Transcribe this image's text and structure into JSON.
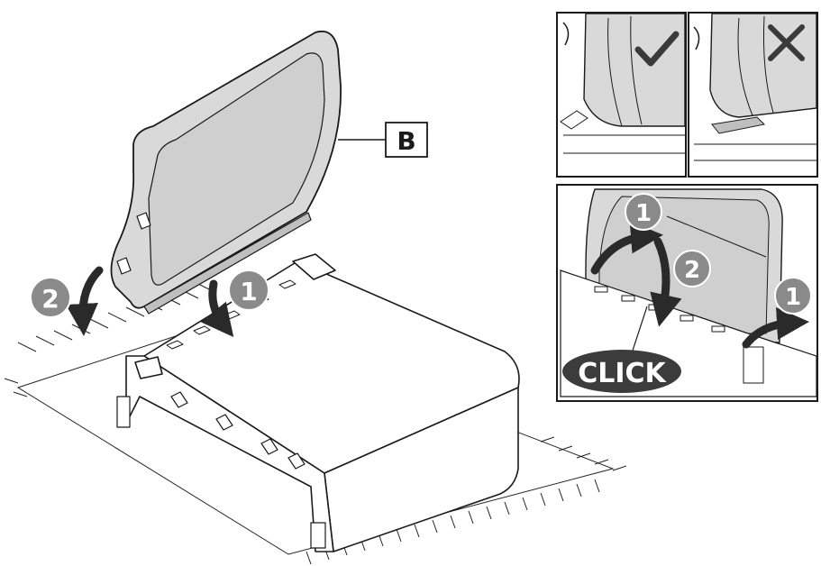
{
  "part_label": "B",
  "main_steps": {
    "step_1": "1",
    "step_2": "2"
  },
  "detail_correct": {
    "mark_icon": "check-icon"
  },
  "detail_incorrect": {
    "mark_icon": "cross-icon"
  },
  "detail_install": {
    "step_1a": "1",
    "step_2": "2",
    "step_1b": "1",
    "sound_label": "CLICK"
  },
  "colors": {
    "panel_fill": "#d9d9d9",
    "panel_inner": "#cfcfcf",
    "step_badge": "#8a8a8a",
    "click_bubble": "#3c3c3c",
    "line": "#1a1a1a"
  }
}
